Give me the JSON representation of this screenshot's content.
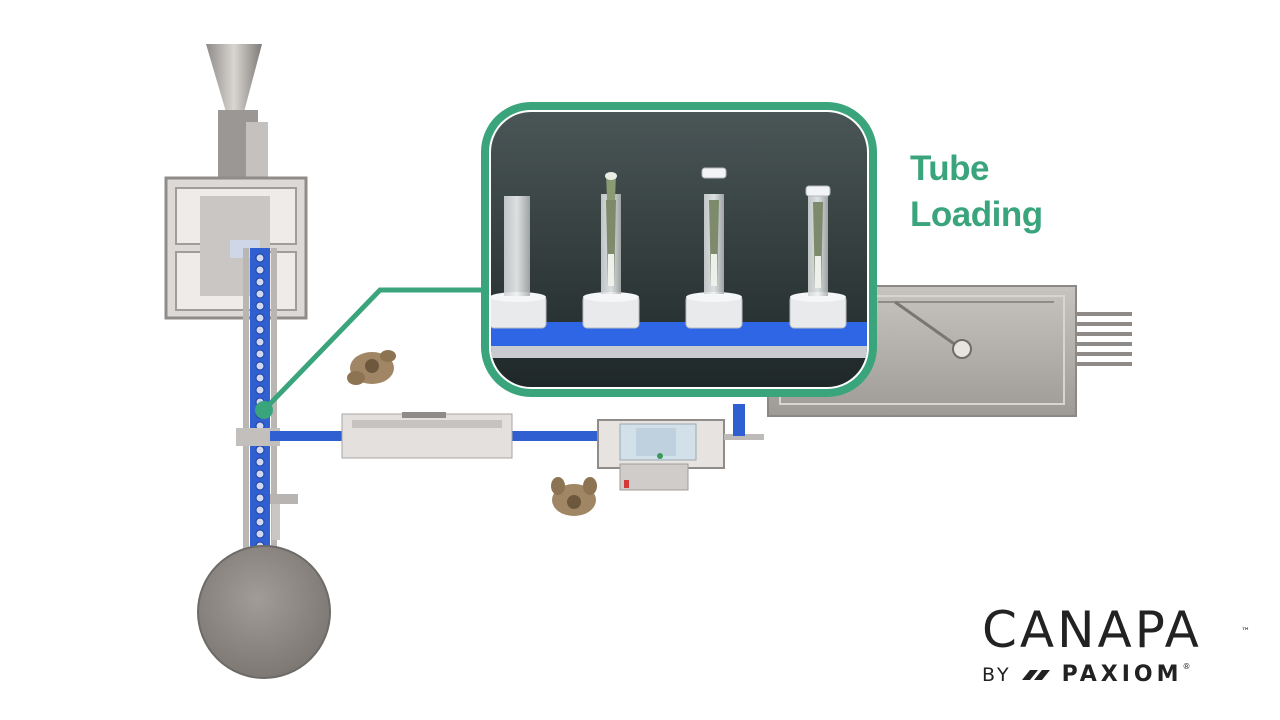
{
  "callout": {
    "title_line1": "Tube",
    "title_line2": "Loading",
    "accent_color": "#3aa57c"
  },
  "brand": {
    "name": "CANAPA",
    "trademark": "™",
    "by": "BY",
    "parent": "PAXIOM",
    "registered": "®",
    "parent_icon": "paxiom-logo-icon"
  },
  "detail_view": {
    "stations": [
      "empty-tube",
      "tube-with-cone",
      "tube-capping",
      "capped-tube"
    ]
  },
  "colors": {
    "conveyor_blue": "#2f5fd0",
    "machine_gray": "#a9a6a3",
    "frame_gray": "#bdb9b6",
    "product_brown": "#a08664"
  }
}
